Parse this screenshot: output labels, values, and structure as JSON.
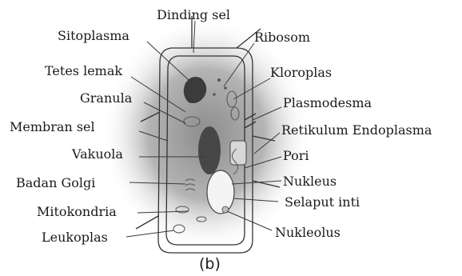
{
  "labels": {
    "dinding_sel": "Dinding sel",
    "sitoplasma": "Sitoplasma",
    "ribosom": "Ribosom",
    "tetes_lemak": "Tetes lemak",
    "kloroplas": "Kloroplas",
    "granula": "Granula",
    "plasmodesma": "Plasmodesma",
    "membran_sel": "Membran sel",
    "retikulum_endoplasma": "Retikulum Endoplasma",
    "vakuola": "Vakuola",
    "pori": "Pori",
    "badan_golgi": "Badan Golgi",
    "nukleus": "Nukleus",
    "selaput_inti": "Selaput inti",
    "mitokondria": "Mitokondria",
    "leukoplas": "Leukoplas",
    "nukleolus": "Nukleolus"
  },
  "caption": "(b)"
}
